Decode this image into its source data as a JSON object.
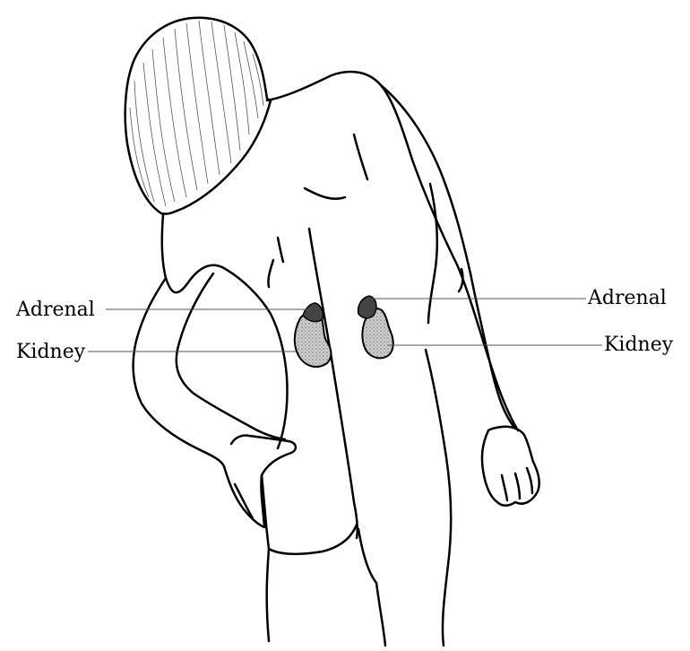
{
  "labels": {
    "left_adrenal": "Adrenal",
    "left_kidney": "Kidney",
    "right_adrenal": "Adrenal",
    "right_kidney": "Kidney"
  },
  "colors": {
    "outline": "#000000",
    "hair_shade": "#555555",
    "organ_fill": "#b8b8b8",
    "adrenal_fill": "#4a4a4a",
    "leader_line": "#555555",
    "background": "#ffffff"
  },
  "icons": {
    "figure": "human-back-silhouette",
    "organs": [
      "left-kidney",
      "right-kidney",
      "left-adrenal-gland",
      "right-adrenal-gland"
    ]
  }
}
